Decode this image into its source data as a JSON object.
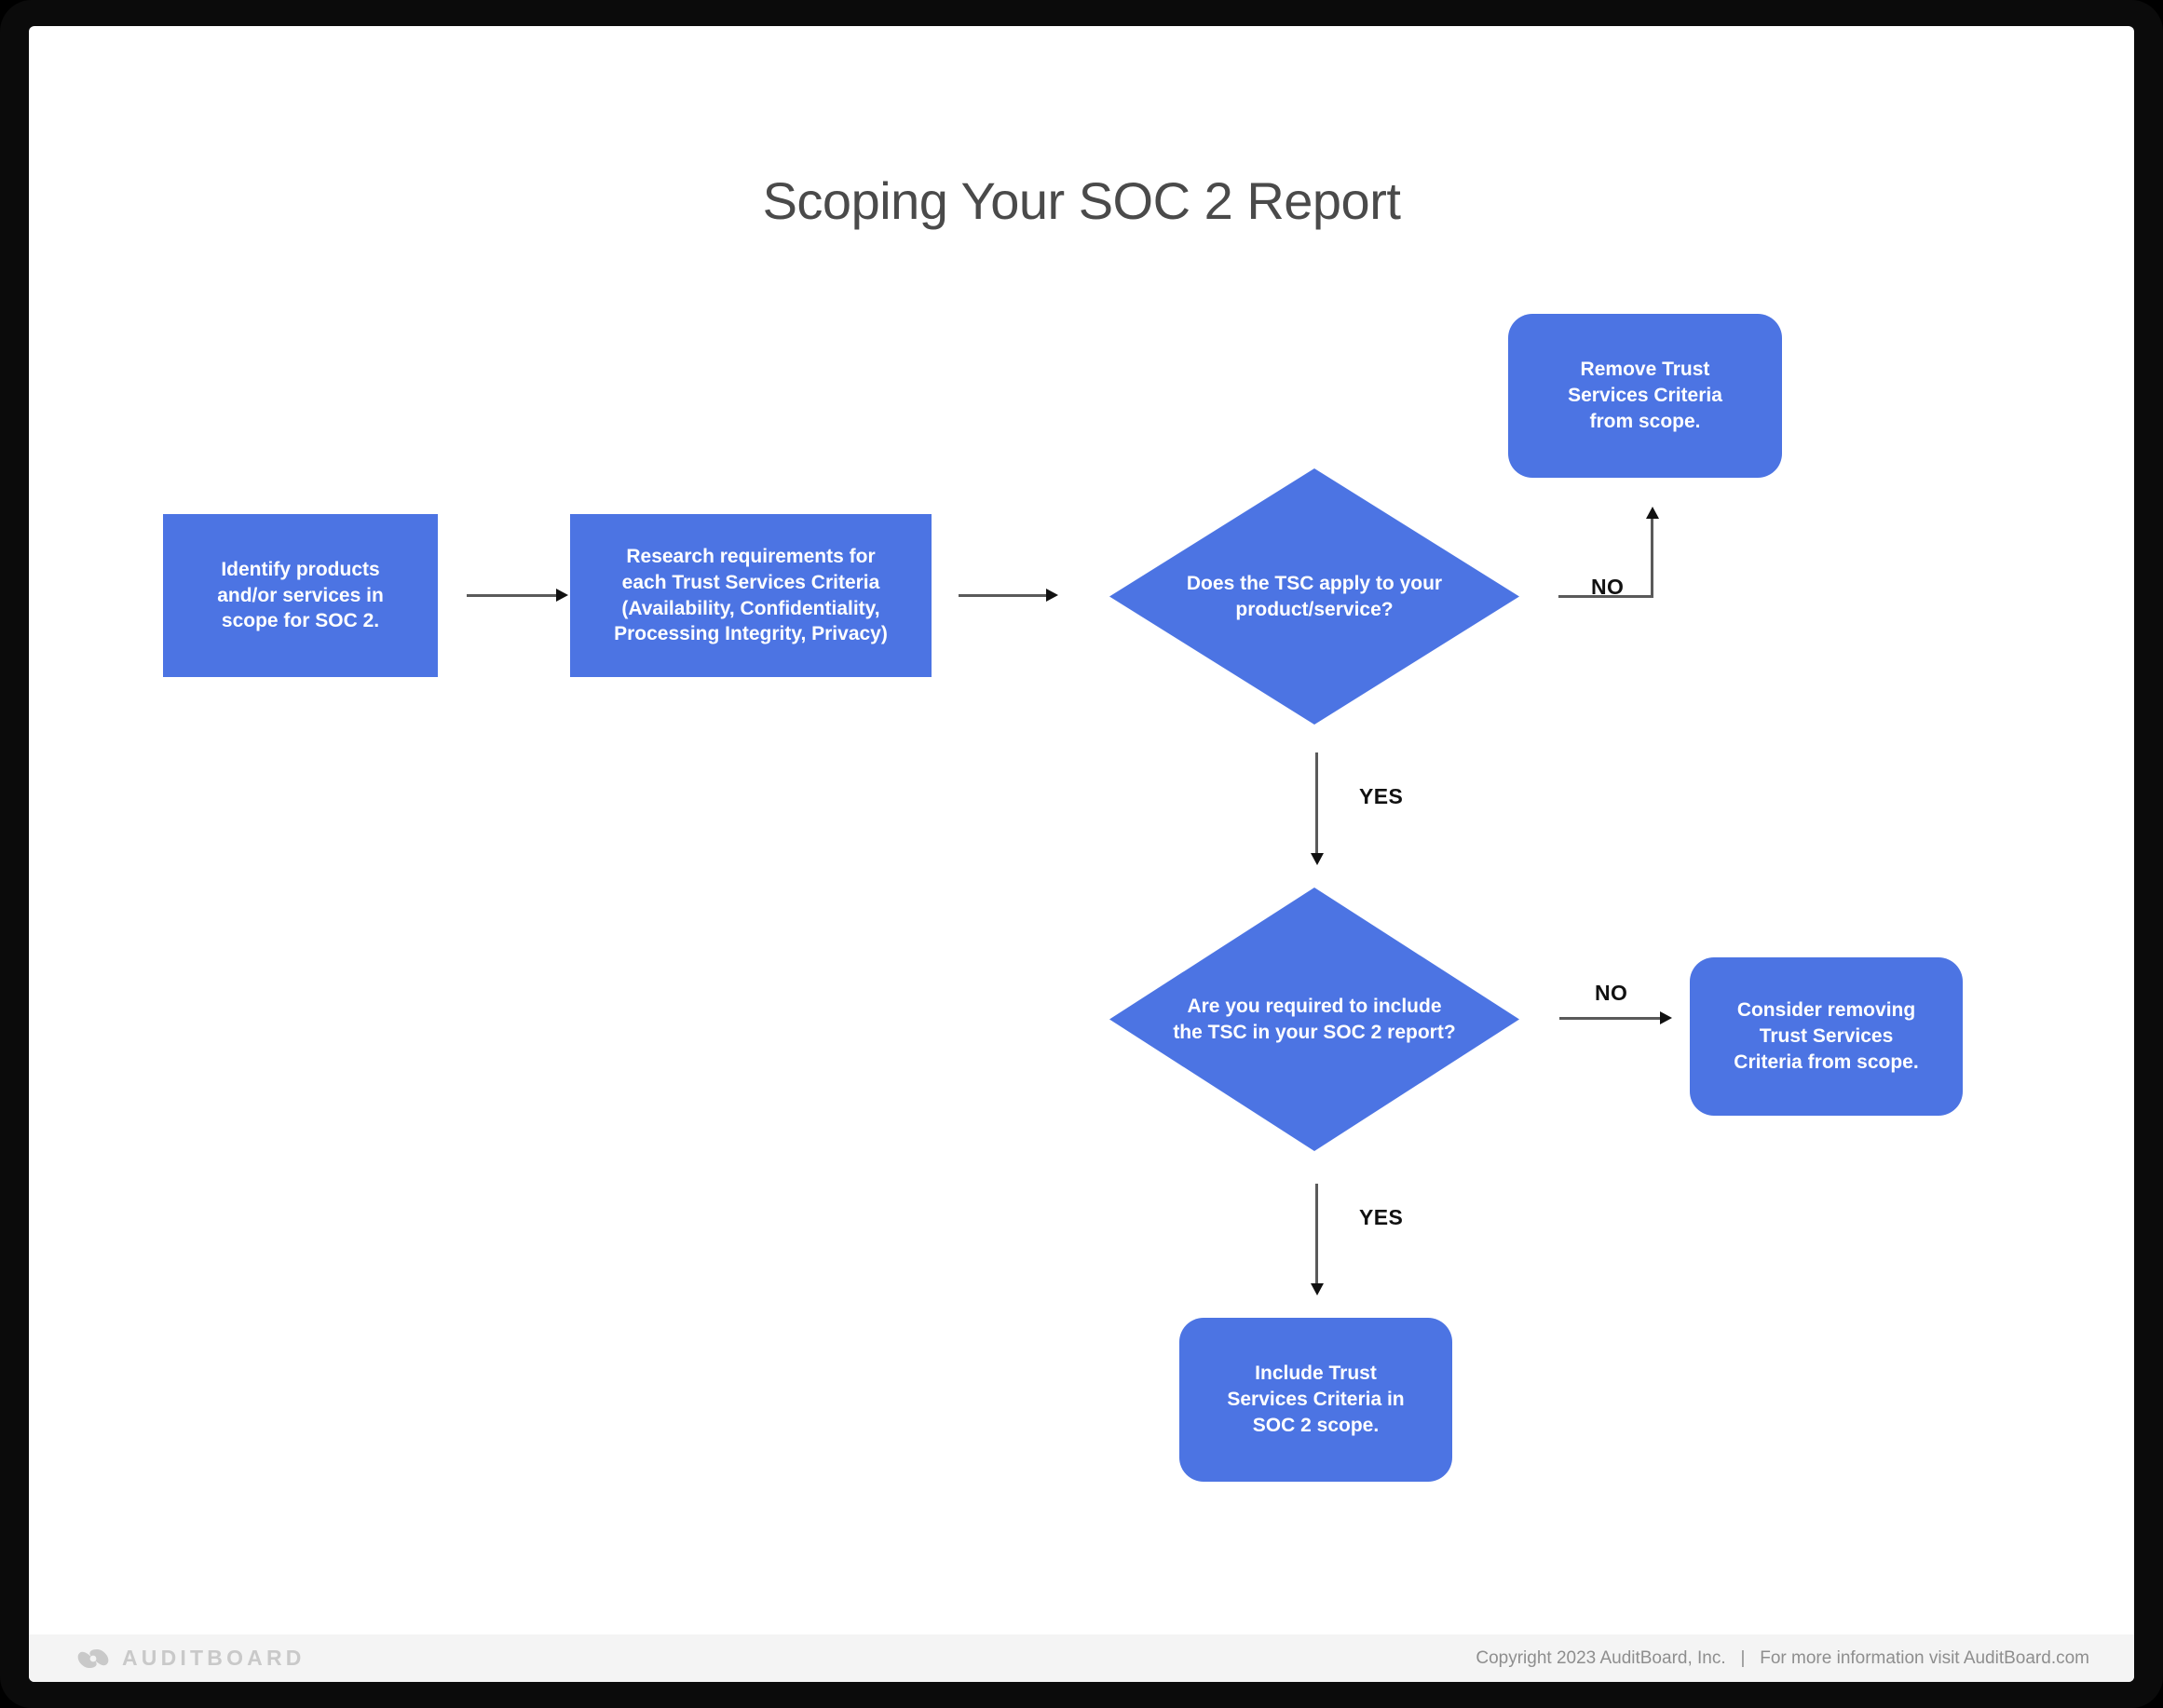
{
  "title": "Scoping Your SOC 2 Report",
  "colors": {
    "node_blue": "#4C74E3",
    "title_gray": "#4A4A4A",
    "connector_gray": "#5A5A5A",
    "footer_bg": "#F4F4F4",
    "logo_gray": "#C9C9C9",
    "frame_black": "#0B0B0B"
  },
  "nodes": {
    "identify_products": "Identify products\nand/or services in\nscope for SOC 2.",
    "research_requirements": "Research requirements for\neach Trust Services Criteria\n(Availability, Confidentiality,\nProcessing Integrity, Privacy)",
    "decision_tsc_apply": "Does the TSC apply to your\nproduct/service?",
    "remove_tsc": "Remove Trust\nServices Criteria\nfrom scope.",
    "decision_required_include": "Are you required to include\nthe TSC in your SOC 2 report?",
    "consider_removing": "Consider removing\nTrust Services\nCriteria from scope.",
    "include_tsc": "Include Trust\nServices Criteria in\nSOC 2 scope."
  },
  "edge_labels": {
    "no_top": "NO",
    "yes_top": "YES",
    "no_bottom": "NO",
    "yes_bottom": "YES"
  },
  "footer": {
    "logo_text": "AUDITBOARD",
    "copyright": "Copyright 2023 AuditBoard, Inc.   |   For more information visit AuditBoard.com"
  },
  "chart_data": {
    "type": "flowchart",
    "title": "Scoping Your SOC 2 Report",
    "nodes": [
      {
        "id": "n1",
        "shape": "rectangle",
        "text": "Identify products and/or services in scope for SOC 2."
      },
      {
        "id": "n2",
        "shape": "rectangle",
        "text": "Research requirements for each Trust Services Criteria (Availability, Confidentiality, Processing Integrity, Privacy)"
      },
      {
        "id": "d1",
        "shape": "diamond",
        "text": "Does the TSC apply to your product/service?"
      },
      {
        "id": "n3",
        "shape": "rounded-rectangle",
        "text": "Remove Trust Services Criteria from scope."
      },
      {
        "id": "d2",
        "shape": "diamond",
        "text": "Are you required to include the TSC in your SOC 2 report?"
      },
      {
        "id": "n4",
        "shape": "rounded-rectangle",
        "text": "Consider removing Trust Services Criteria from scope."
      },
      {
        "id": "n5",
        "shape": "rounded-rectangle",
        "text": "Include Trust Services Criteria in SOC 2 scope."
      }
    ],
    "edges": [
      {
        "from": "n1",
        "to": "n2",
        "label": ""
      },
      {
        "from": "n2",
        "to": "d1",
        "label": ""
      },
      {
        "from": "d1",
        "to": "n3",
        "label": "NO"
      },
      {
        "from": "d1",
        "to": "d2",
        "label": "YES"
      },
      {
        "from": "d2",
        "to": "n4",
        "label": "NO"
      },
      {
        "from": "d2",
        "to": "n5",
        "label": "YES"
      }
    ]
  }
}
